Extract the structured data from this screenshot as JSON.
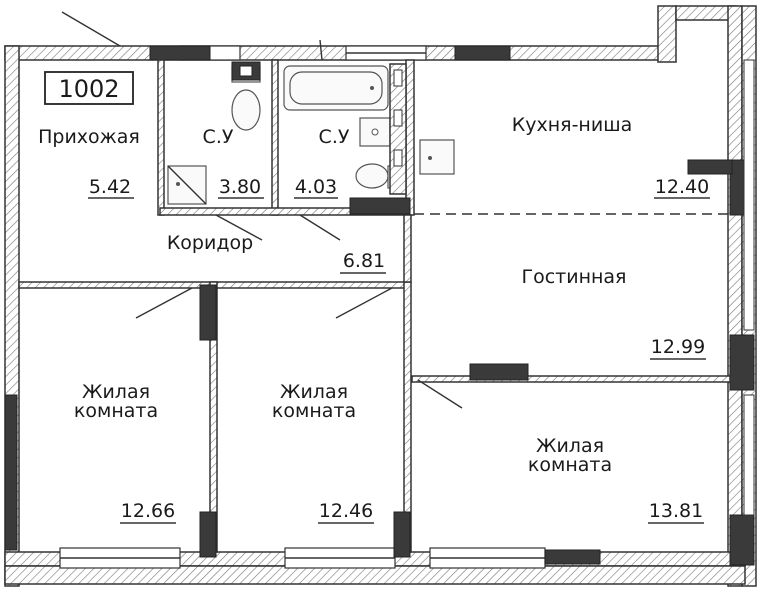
{
  "apartment_number": "1002",
  "rooms": [
    {
      "key": "entry",
      "name": "Прихожая",
      "area": "5.42"
    },
    {
      "key": "bath1",
      "name": "С.У",
      "area": "3.80"
    },
    {
      "key": "bath2",
      "name": "С.У",
      "area": "4.03"
    },
    {
      "key": "kitchen",
      "name": "Кухня-ниша",
      "area": "12.40"
    },
    {
      "key": "corridor",
      "name": "Коридор",
      "area": "6.81"
    },
    {
      "key": "living",
      "name": "Гостинная",
      "area": "12.99"
    },
    {
      "key": "bed1",
      "name_line1": "Жилая",
      "name_line2": "комната",
      "area": "12.66"
    },
    {
      "key": "bed2",
      "name_line1": "Жилая",
      "name_line2": "комната",
      "area": "12.46"
    },
    {
      "key": "bed3",
      "name_line1": "Жилая",
      "name_line2": "комната",
      "area": "13.81"
    }
  ]
}
